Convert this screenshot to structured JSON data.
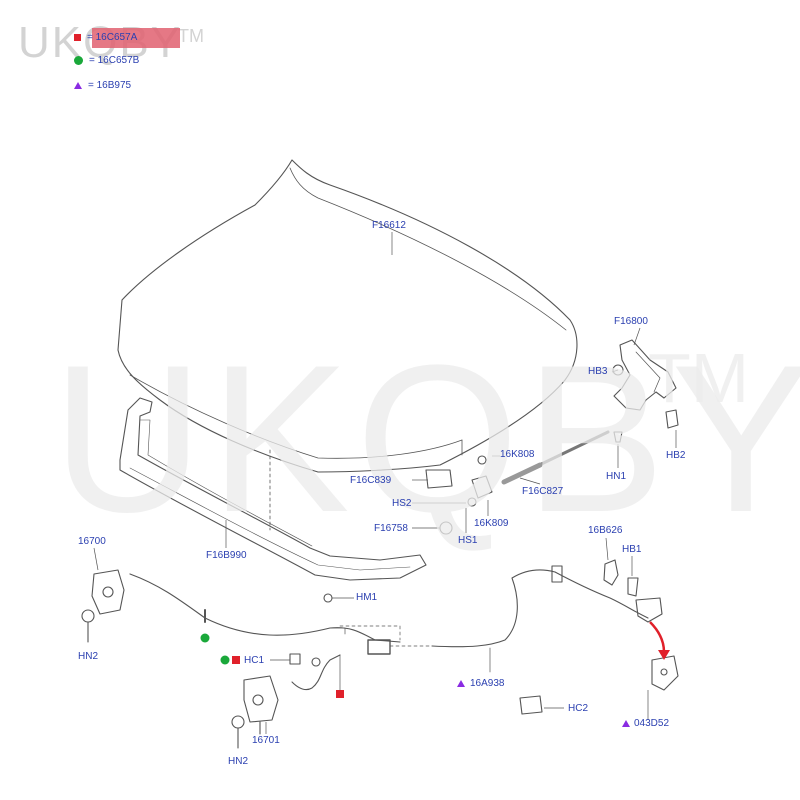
{
  "legend": [
    {
      "symbol": "square",
      "color": "#e0202a",
      "text": "= 16C657A"
    },
    {
      "symbol": "circle",
      "color": "#1aa83a",
      "text": "= 16C657B"
    },
    {
      "symbol": "triangle",
      "color": "#8a2be2",
      "text": "= 16B975"
    }
  ],
  "watermark": {
    "small": "UKQBY",
    "small_tm": "TM",
    "large": "UKQBY",
    "large_tm": "TM"
  },
  "colors": {
    "label": "#2a3fb0",
    "line": "#555555",
    "red": "#e0202a",
    "green": "#1aa83a",
    "purple": "#8a2be2"
  },
  "callouts": {
    "hood": "F16612",
    "hinge": "F16800",
    "hb3": "HB3",
    "hb2": "HB2",
    "hn1": "HN1",
    "k808": "16K808",
    "c827": "F16C827",
    "c839": "F16C839",
    "hs2": "HS2",
    "k809": "16K809",
    "f16758": "F16758",
    "hs1": "HS1",
    "b990": "F16B990",
    "l700": "16700",
    "hn2a": "HN2",
    "hm1": "HM1",
    "hc1": "HC1",
    "l701": "16701",
    "hn2b": "HN2",
    "a938": "16A938",
    "hc2": "HC2",
    "b626": "16B626",
    "hb1": "HB1",
    "d52": "043D52"
  }
}
